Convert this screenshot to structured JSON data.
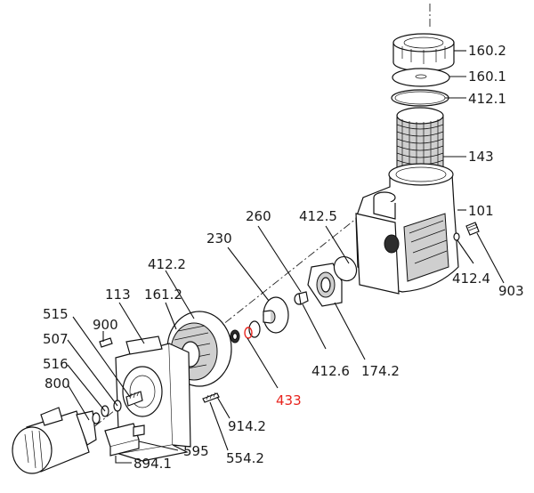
{
  "diagram": {
    "parts": [
      {
        "id": "160.2",
        "label": "160.2"
      },
      {
        "id": "160.1",
        "label": "160.1"
      },
      {
        "id": "412.1",
        "label": "412.1"
      },
      {
        "id": "143",
        "label": "143"
      },
      {
        "id": "101",
        "label": "101"
      },
      {
        "id": "260",
        "label": "260"
      },
      {
        "id": "412.5",
        "label": "412.5"
      },
      {
        "id": "230",
        "label": "230"
      },
      {
        "id": "412.2",
        "label": "412.2"
      },
      {
        "id": "113",
        "label": "113"
      },
      {
        "id": "161.2",
        "label": "161.2"
      },
      {
        "id": "515",
        "label": "515"
      },
      {
        "id": "900",
        "label": "900"
      },
      {
        "id": "507",
        "label": "507"
      },
      {
        "id": "516",
        "label": "516"
      },
      {
        "id": "800",
        "label": "800"
      },
      {
        "id": "412.4",
        "label": "412.4"
      },
      {
        "id": "903",
        "label": "903"
      },
      {
        "id": "412.6",
        "label": "412.6"
      },
      {
        "id": "174.2",
        "label": "174.2"
      },
      {
        "id": "433",
        "label": "433",
        "highlighted": true
      },
      {
        "id": "914.2",
        "label": "914.2"
      },
      {
        "id": "554.2",
        "label": "554.2"
      },
      {
        "id": "595",
        "label": "595"
      },
      {
        "id": "894.1",
        "label": "894.1"
      }
    ],
    "colors": {
      "line": "#111111",
      "highlight": "#e8231d",
      "shade": "#cfcfcf"
    }
  }
}
